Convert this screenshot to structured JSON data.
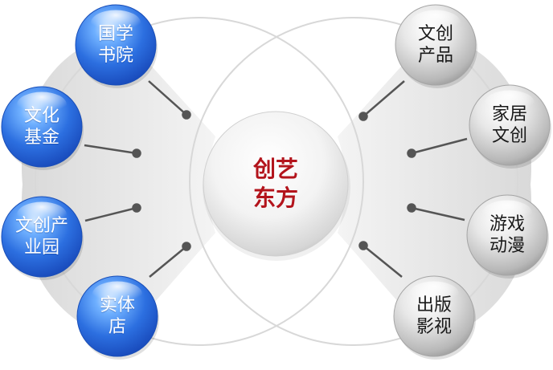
{
  "center": {
    "line1": "创艺",
    "line2": "东方"
  },
  "left_nodes": [
    {
      "line1": "国学",
      "line2": "书院"
    },
    {
      "line1": "文化",
      "line2": "基金"
    },
    {
      "line1": "文创产",
      "line2": "业园"
    },
    {
      "line1": "实体",
      "line2": "店"
    }
  ],
  "right_nodes": [
    {
      "line1": "文创",
      "line2": "产品"
    },
    {
      "line1": "家居",
      "line2": "文创"
    },
    {
      "line1": "游戏",
      "line2": "动漫"
    },
    {
      "line1": "出版",
      "line2": "影视"
    }
  ],
  "colors": {
    "blue_node": "#2f6fe0",
    "gray_node": "#c9c9c9",
    "center_text": "#b3141c",
    "connector": "#555555"
  }
}
